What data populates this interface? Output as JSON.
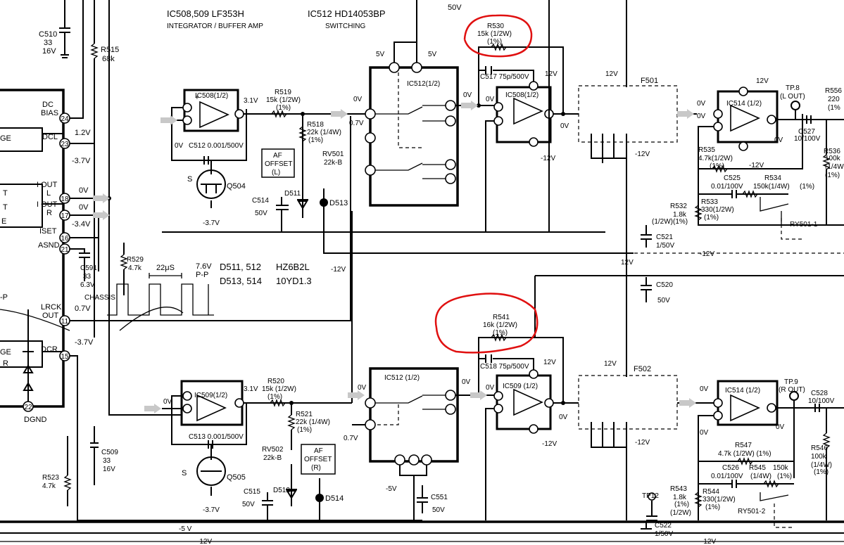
{
  "header": {
    "ic508_title": "IC508,509  LF353H",
    "ic508_sub": "INTEGRATOR / BUFFER AMP",
    "ic512_title": "IC512  HD14053BP",
    "ic512_sub": "SWITCHING",
    "top_50v": "50V"
  },
  "left_block": {
    "c510": "C510",
    "c510_v1": "33",
    "c510_v2": "16V",
    "r515": "R515",
    "r515_v": "68k",
    "dc_bias": "DC",
    "dc_bias2": "BIAS",
    "dc_bias_v": "1.2V",
    "dcl": "DCL",
    "dcl_v": "-3.7V",
    "iout_l": "I OUT",
    "iout_l2": "L",
    "iout_l_v": "0V",
    "iout_r": "I OUT",
    "iout_r2": "R",
    "iout_r_v": "0V",
    "iout_r_v2": "-3.4V",
    "iset": "ISET",
    "asnd": "ASND",
    "c591": "C591",
    "c591_v1": "33",
    "c591_v2": "6.3V",
    "chassis": "CHASSIS",
    "lrck": "LRCK",
    "lrck_out": "OUT",
    "lrck_v": "0.7V",
    "dcr": "DCR",
    "dcr_v": "-3.7V",
    "dgnd": "DGND",
    "ge1": "GE",
    "t1": "T",
    "t2": "T",
    "e1": "E",
    "p": "-P",
    "ge2": "GE",
    "r1": "R",
    "r529": "R529",
    "r529_v": "4.7k",
    "r523": "R523",
    "r523_v": "4.7k",
    "c509": "C509",
    "c509_v1": "33",
    "c509_v2": "16V"
  },
  "pins": {
    "p24": "24",
    "p23": "23",
    "p18": "18",
    "p17": "17",
    "p16": "16",
    "p21": "21",
    "p11": "11",
    "p15": "15",
    "p22": "22"
  },
  "waveform": {
    "t": "22μS",
    "vpp": "7.6V",
    "vpp2": "P-P",
    "d511": "D511, 512",
    "d511_v": "HZ6B2L",
    "d513": "D513, 514",
    "d513_v": "10YD1.3"
  },
  "ch_l": {
    "ic508a": "IC508(1/2)",
    "v31": "3.1V",
    "v0a": "0V",
    "c512": "C512  0.001/500V",
    "s": "S",
    "q504": "Q504",
    "v37": "-3.7V",
    "r519": "R519",
    "r519_v": "15k (1/2W)",
    "r519_p": "(1%)",
    "r518": "R518",
    "r518_v": "22k (1/4W)",
    "r518_p": "(1%)",
    "rv501": "RV501",
    "rv501_v": "22k-B",
    "af1": "AF",
    "af2": "OFFSET",
    "af3": "(L)",
    "c514": "C514",
    "c514_v": "50V",
    "d511": "D511",
    "d513": "D513",
    "ic512a": "IC512(1/2)",
    "v5a": "5V",
    "v5b": "5V",
    "v0b": "0V",
    "v07": "0.7V",
    "v0c": "0V",
    "r530": "R530",
    "r530_v": "15k (1/2W)",
    "r530_p": "(1%)",
    "c517": "C517  75p/500V",
    "ic508b": "IC508(1/2)",
    "v12a": "12V",
    "v0d": "0V",
    "v0e": "0V",
    "vn12a": "-12V",
    "f501": "F501",
    "v12b": "12V",
    "vn12b": "-12V",
    "ic514a": "IC514 (1/2)",
    "v12c": "12V",
    "v0f": "0V",
    "v0g": "0V",
    "v0h": "0V",
    "vn12c": "-12V",
    "tp8": "TP.8",
    "tp8_l": "(L OUT)",
    "r556": "R556",
    "r556_v": "220",
    "r556_p": "(1%",
    "c527": "C527",
    "c527_v": "10/100V",
    "r536": "R536",
    "r536_v": "100k",
    "r536_p": "(1/4W",
    "r536_p2": "(1%)",
    "r535": "R535",
    "r535_v": "4.7k(1/2W)",
    "r535_p": "(1%)",
    "c525": "C525",
    "c525_v": "0.01/100V",
    "r534": "R534",
    "r534_v": "150k(1/4W)",
    "r534_p": "(1%)",
    "r532": "R532",
    "r532_v": "1.8k",
    "r532_p": "(1/2W)(1%)",
    "r533": "R533",
    "r533_v": "330(1/2W)",
    "r533_p": "(1%)",
    "ry": "RY501-1",
    "c521": "C521",
    "c521_v": "1/50V",
    "rail12": "-12V",
    "vn12d": "-12V"
  },
  "ch_r": {
    "ic509a": "IC509(1/2)",
    "v31": "3.1V",
    "v0a": "0V",
    "c513": "C513  0.001/500V",
    "s": "S",
    "q505": "Q505",
    "v37": "-3.7V",
    "r520": "R520",
    "r520_v": "15k (1/2W)",
    "r520_p": "(1%)",
    "r521": "R521",
    "r521_v": "22k (1/4W)",
    "r521_p": "(1%)",
    "rv502": "RV502",
    "rv502_v": "22k-B",
    "af1": "AF",
    "af2": "OFFSET",
    "af3": "(R)",
    "c515": "C515",
    "c515_v": "50V",
    "d512": "D512",
    "d514": "D514",
    "ic512b": "IC512 (1/2)",
    "v0b": "0V",
    "v0c": "0V",
    "v07": "0.7V",
    "vn5": "-5V",
    "c551": "C551",
    "c551_v": "50V",
    "r541": "R541",
    "r541_v": "16k (1/2W)",
    "r541_p": "(1%)",
    "c518": "C518  75p/500V",
    "ic509b": "IC509 (1/2)",
    "v12a": "12V",
    "v0d": "0V",
    "v0e": "0V",
    "vn12a": "-12V",
    "f502": "F502",
    "v12b": "12V",
    "vn12b": "-12V",
    "v12c": "12V",
    "c520": "C520",
    "c520_v": "50V",
    "ic514b": "IC514 (1/2)",
    "v0f": "0V",
    "v0g": "0V",
    "v0h": "0V",
    "tp9": "TP.9",
    "tp9_l": "(R OUT)",
    "c528": "C528",
    "c528_v": "10/100V",
    "r546": "R546",
    "r546_v": "100k",
    "r546_p": "(1/4W)",
    "r546_p2": "(1%)",
    "r547": "R547",
    "r547_v": "4.7k (1/2W) (1%)",
    "c526": "C526",
    "c526_v": "0.01/100V",
    "r545": "R545",
    "r545_v": "150k",
    "r545_p": "(1/4W)",
    "r545_p2": "(1%)",
    "r543": "R543",
    "r543_v": "1.8k",
    "r543_p": "(1%)",
    "r543_p2": "(1/2W)",
    "r544": "R544",
    "r544_v": "330(1/2W)",
    "r544_p": "(1%)",
    "tp12": "TP12",
    "ry": "RY501-2",
    "c522": "C522",
    "c522_v": "1/50V",
    "rail5": "-5 V",
    "rail12": "-12V",
    "rail12b": "-12V"
  },
  "colors": {
    "annotation": "#e01010",
    "ink": "#000000",
    "signal_arrow": "#bbbbbb"
  }
}
